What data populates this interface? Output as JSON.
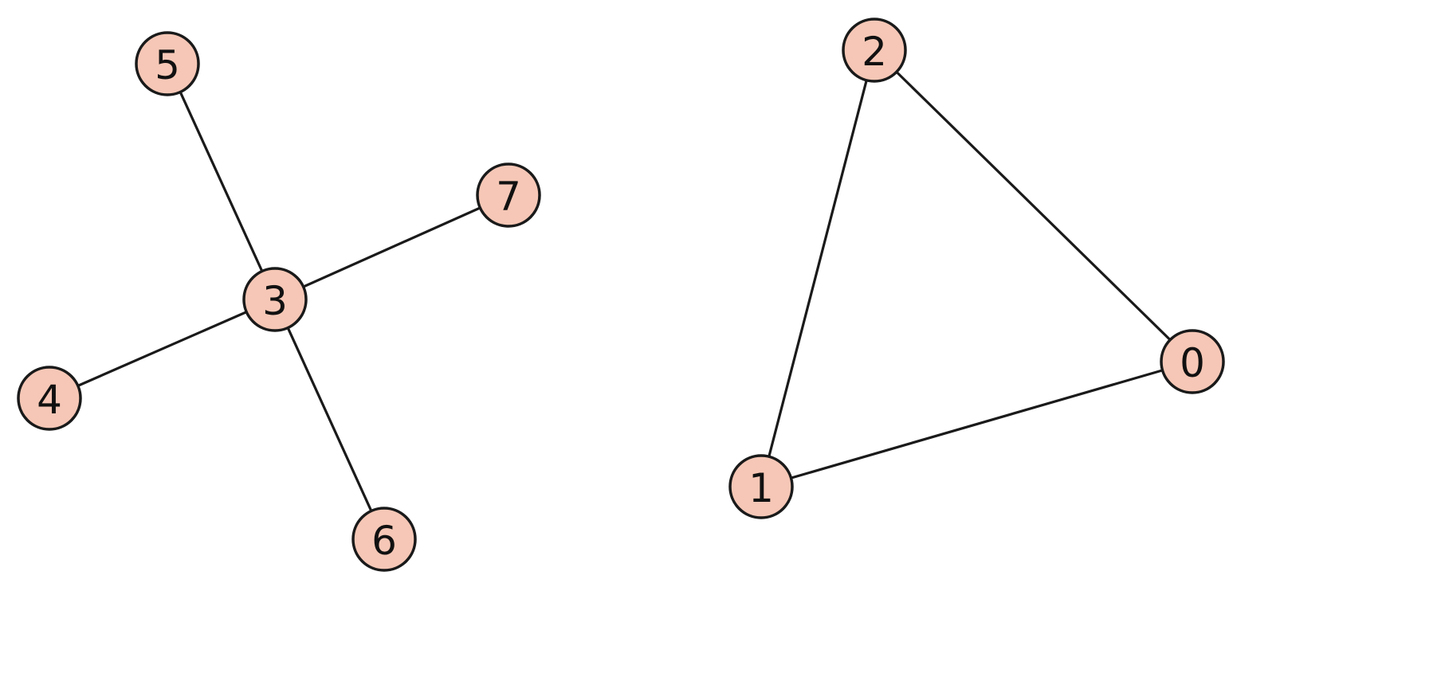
{
  "graph": {
    "node_fill": "#f6c7b6",
    "node_stroke": "#1a1a1a",
    "edge_color": "#1a1a1a",
    "nodes": [
      {
        "id": "0",
        "label": "0"
      },
      {
        "id": "1",
        "label": "1"
      },
      {
        "id": "2",
        "label": "2"
      },
      {
        "id": "3",
        "label": "3"
      },
      {
        "id": "4",
        "label": "4"
      },
      {
        "id": "5",
        "label": "5"
      },
      {
        "id": "6",
        "label": "6"
      },
      {
        "id": "7",
        "label": "7"
      }
    ],
    "edges": [
      {
        "source": "3",
        "target": "5"
      },
      {
        "source": "3",
        "target": "7"
      },
      {
        "source": "3",
        "target": "4"
      },
      {
        "source": "3",
        "target": "6"
      },
      {
        "source": "2",
        "target": "1"
      },
      {
        "source": "2",
        "target": "0"
      },
      {
        "source": "1",
        "target": "0"
      }
    ]
  }
}
